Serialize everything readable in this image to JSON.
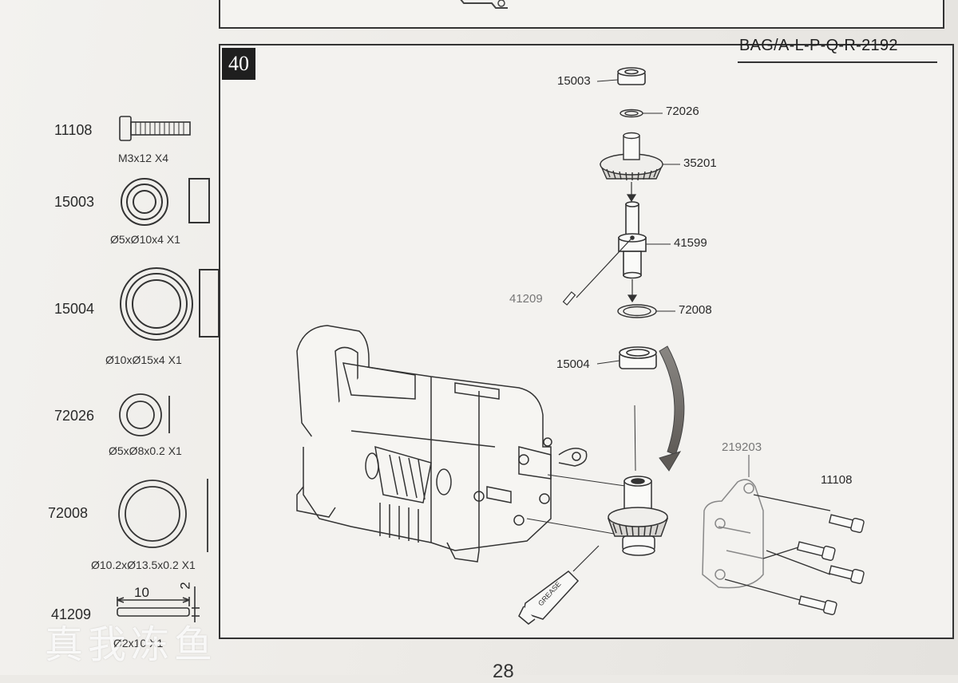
{
  "step": {
    "number": "40",
    "bag_code": "BAG/A-L-P-Q-R-2192"
  },
  "parts_list": [
    {
      "id": "11108",
      "spec": "M3x12 X4",
      "icon": "screw-icon"
    },
    {
      "id": "15003",
      "spec": "Ø5xØ10x4 X1",
      "icon": "bearing-icon"
    },
    {
      "id": "15004",
      "spec": "Ø10xØ15x4 X1",
      "icon": "bearing-icon"
    },
    {
      "id": "72026",
      "spec": "Ø5xØ8x0.2 X1",
      "icon": "shim-icon"
    },
    {
      "id": "72008",
      "spec": "Ø10.2xØ13.5x0.2 X1",
      "icon": "shim-icon"
    },
    {
      "id": "41209",
      "spec": "Ø2x10 X1",
      "icon": "pin-icon",
      "dim_length": "10",
      "dim_diameter": "2"
    }
  ],
  "callouts": {
    "c15003": "15003",
    "c72026": "72026",
    "c35201": "35201",
    "c41599": "41599",
    "c41209": "41209",
    "c72008": "72008",
    "c15004": "15004",
    "c219203": "219203",
    "c11108": "11108"
  },
  "grease_label": "GREASE",
  "page_number": "28",
  "watermark": "真我冻鱼"
}
